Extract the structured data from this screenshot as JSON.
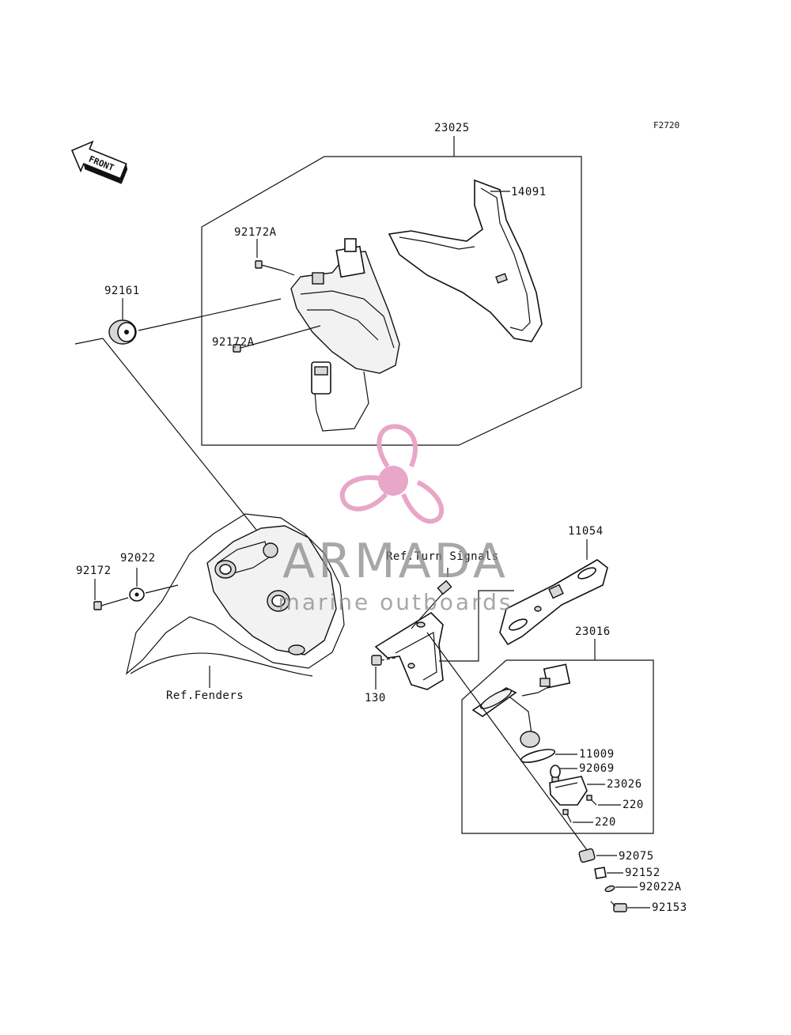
{
  "figure_code": "F2720",
  "front_arrow": "FRONT",
  "labels": {
    "p23025": "23025",
    "p14091": "14091",
    "p92172A_top": "92172A",
    "p92172A_bot": "92172A",
    "p92161": "92161",
    "p92022": "92022",
    "p92172": "92172",
    "ref_fenders": "Ref.Fenders",
    "ref_turn_signals": "Ref.Turn Signals",
    "p11054": "11054",
    "p130": "130",
    "p23016": "23016",
    "p11009": "11009",
    "p92069": "92069",
    "p23026": "23026",
    "p220_a": "220",
    "p220_b": "220",
    "p92075": "92075",
    "p92152": "92152",
    "p92022A": "92022A",
    "p92153": "92153"
  },
  "watermark": {
    "brand": "ARMADA",
    "tagline": "marine outboards",
    "color": "#e8a6c9"
  }
}
